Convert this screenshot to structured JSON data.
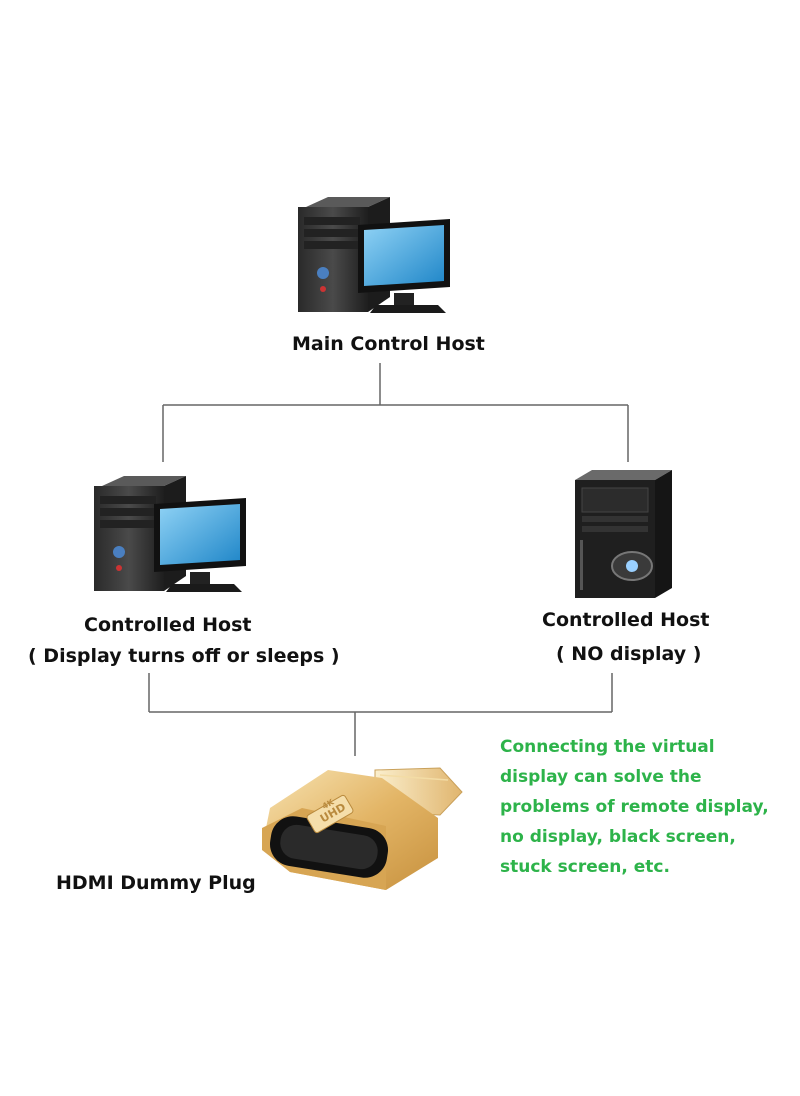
{
  "nodes": {
    "main_host": {
      "label": "Main Control Host"
    },
    "controlled_host_left": {
      "label": "Controlled Host",
      "sublabel": "( Display turns off or sleeps )"
    },
    "controlled_host_right": {
      "label": "Controlled Host",
      "sublabel": "( NO display )"
    },
    "dummy_plug": {
      "label": "HDMI Dummy Plug",
      "badge": "UHD",
      "badge_sub": "4K"
    }
  },
  "note": {
    "lines": [
      "Connecting the virtual",
      "display can solve the",
      "problems of remote display,",
      "no display, black screen,",
      "stuck screen, etc."
    ],
    "color": "#2db34a"
  },
  "colors": {
    "connector": "#666666",
    "plug_gold": "#e9c27a",
    "screen": "#2f9bd6"
  },
  "icons": [
    "desktop-computer-icon",
    "tower-computer-icon",
    "hdmi-dummy-plug-icon"
  ]
}
